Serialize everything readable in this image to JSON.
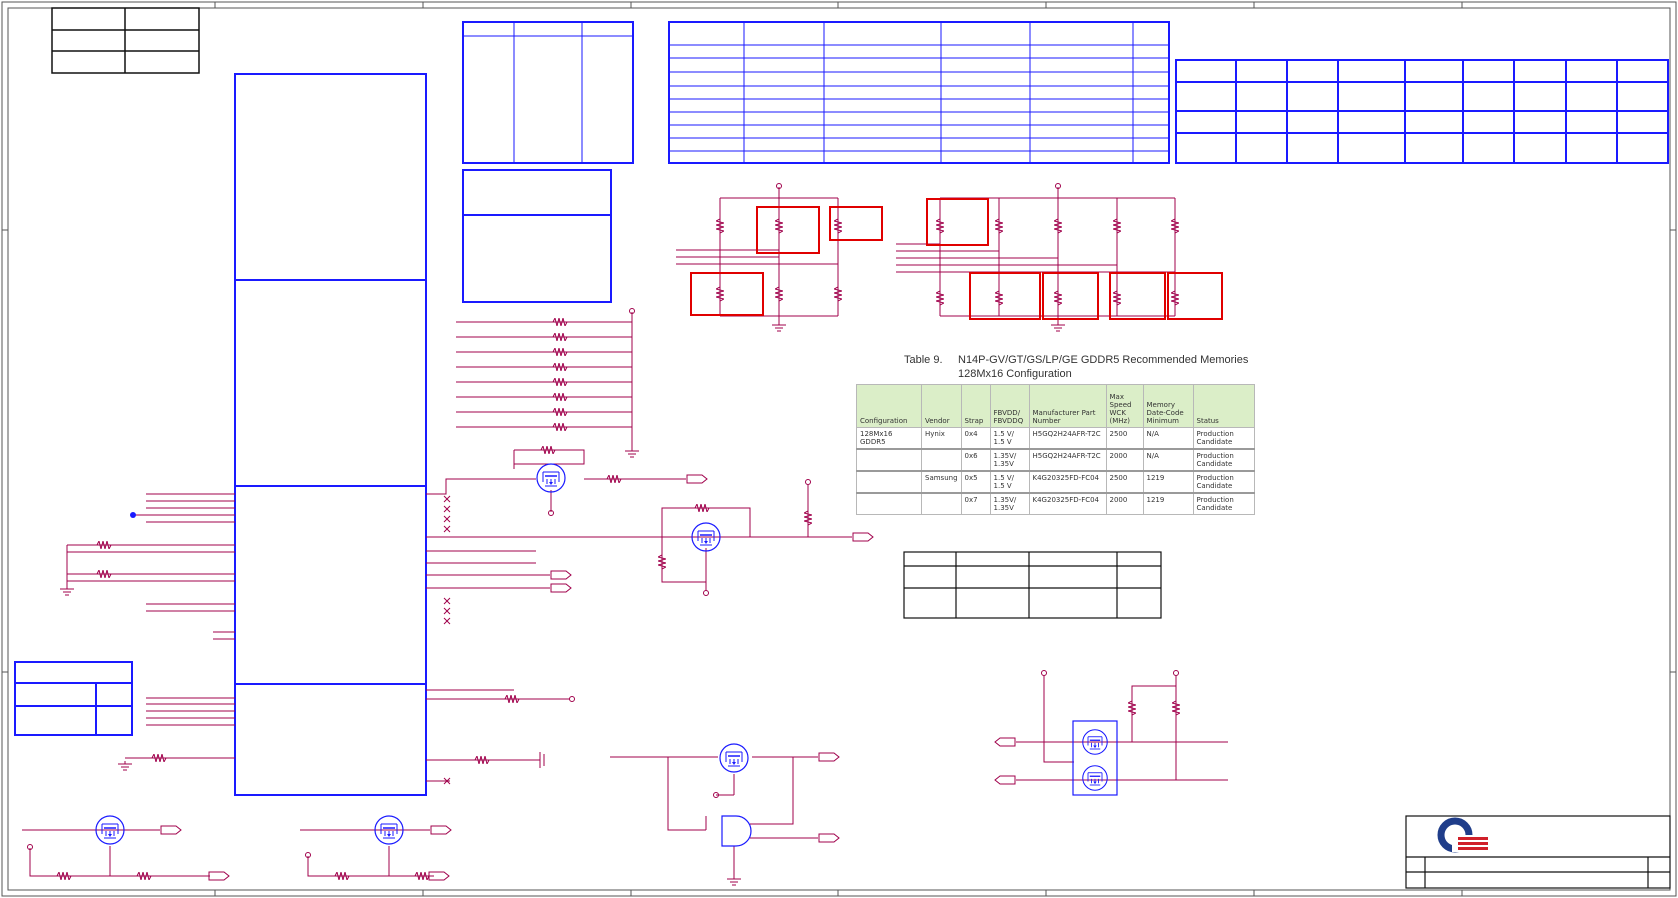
{
  "memory_table": {
    "caption_number": "Table 9.",
    "caption_title": "N14P-GV/GT/GS/LP/GE GDDR5 Recommended Memories",
    "caption_subtitle": "128Mx16 Configuration",
    "headers": [
      "Configuration",
      "Vendor",
      "Strap",
      "FBVDD/ FBVDDQ",
      "Manufacturer Part Number",
      "Max Speed WCK (MHz)",
      "Memory Date-Code Minimum",
      "Status"
    ],
    "rows": [
      {
        "config": "128Mx16 GDDR5",
        "vendor": "Hynix",
        "strap": "0x4",
        "fbvdd": "1.5 V/ 1.5 V",
        "part": "H5GQ2H24AFR-T2C",
        "speed": "2500",
        "datecode": "N/A",
        "status": "Production Candidate"
      },
      {
        "config": "",
        "vendor": "",
        "strap": "0x6",
        "fbvdd": "1.35V/ 1.35V",
        "part": "H5GQ2H24AFR-T2C",
        "speed": "2000",
        "datecode": "N/A",
        "status": "Production Candidate"
      },
      {
        "config": "",
        "vendor": "Samsung",
        "strap": "0x5",
        "fbvdd": "1.5 V/ 1.5 V",
        "part": "K4G20325FD-FC04",
        "speed": "2500",
        "datecode": "1219",
        "status": "Production Candidate"
      },
      {
        "config": "",
        "vendor": "",
        "strap": "0x7",
        "fbvdd": "1.35V/ 1.35V",
        "part": "K4G20325FD-FC04",
        "speed": "2000",
        "datecode": "1219",
        "status": "Production Candidate"
      }
    ]
  },
  "colors": {
    "border_blue": "#1a1aff",
    "wire": "#a0004b",
    "highlight_red": "#e00000",
    "frame_gray": "#555555",
    "table_header_green": "#dbeec8",
    "logo_blue": "#1f3d8a",
    "logo_red": "#d0202a"
  },
  "icons": [
    "mosfet-icon",
    "resistor-icon",
    "ground-icon",
    "and-gate-icon",
    "company-logo"
  ]
}
